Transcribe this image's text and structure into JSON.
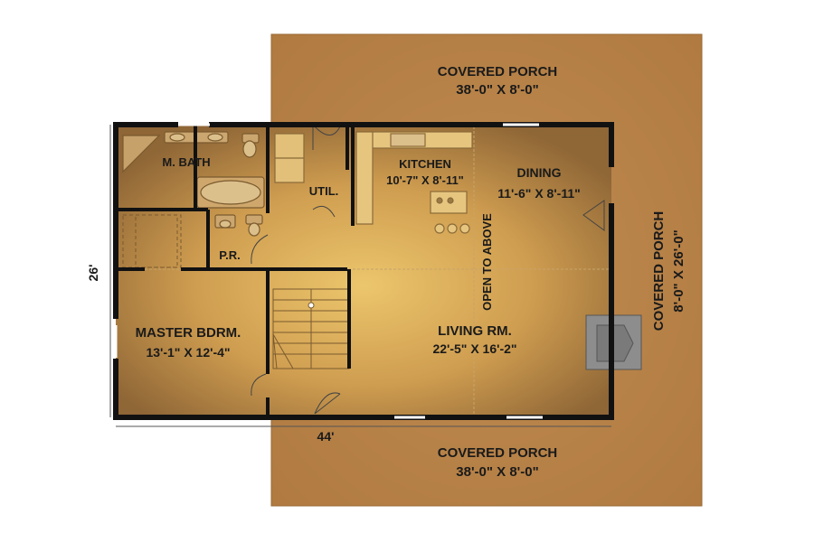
{
  "porch_top": {
    "name": "COVERED PORCH",
    "size": "38'-0\" X 8'-0\""
  },
  "porch_bottom": {
    "name": "COVERED PORCH",
    "size": "38'-0\" X 8'-0\""
  },
  "porch_right": {
    "name": "COVERED PORCH",
    "size": "8'-0\" X 26'-0\""
  },
  "rooms": {
    "master_bath": "M. BATH",
    "util": "UTIL.",
    "kitchen": {
      "name": "KITCHEN",
      "size": "10'-7\" X 8'-11\""
    },
    "dining": {
      "name": "DINING",
      "size": "11'-6\" X 8'-11\""
    },
    "powder_room": "P.R.",
    "master_bedroom": {
      "name": "MASTER BDRM.",
      "size": "13'-1\" X 12'-4\""
    },
    "living_room": {
      "name": "LIVING RM.",
      "size": "22'-5\" X 16'-2\""
    },
    "open_to_above": "OPEN TO ABOVE"
  },
  "dimensions": {
    "width": "44'",
    "depth": "26'"
  },
  "colors": {
    "porch": "#b8834a",
    "floor_light": "#e8c168",
    "floor_dark": "#8a6433",
    "wall": "#111111",
    "fireplace": "#8d8d8d"
  }
}
